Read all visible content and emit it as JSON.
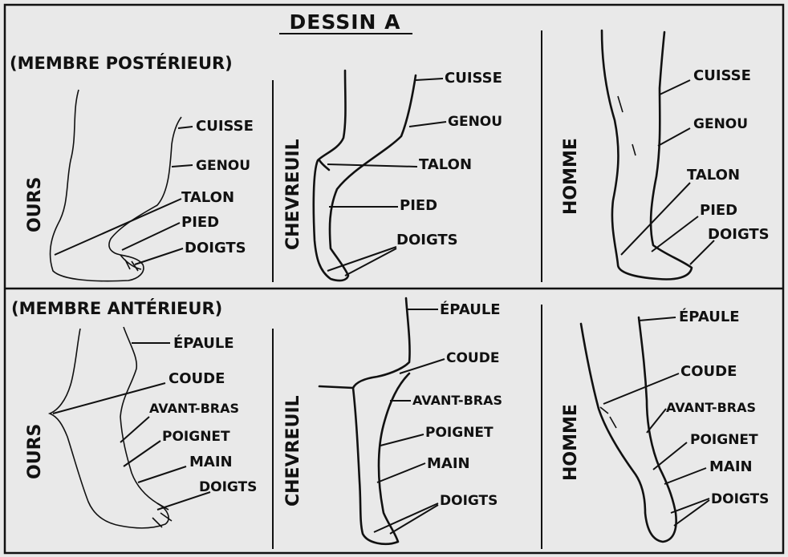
{
  "title": "DESSIN A",
  "sections": {
    "posterior": {
      "heading": "(MEMBRE POSTÉRIEUR)",
      "bear": {
        "name": "OURS",
        "labels": [
          "CUISSE",
          "GENOU",
          "TALON",
          "PIED",
          "DOIGTS"
        ]
      },
      "deer": {
        "name": "CHEVREUIL",
        "labels": [
          "CUISSE",
          "GENOU",
          "TALON",
          "PIED",
          "DOIGTS"
        ]
      },
      "man": {
        "name": "HOMME",
        "labels": [
          "CUISSE",
          "GENOU",
          "TALON",
          "PIED",
          "DOIGTS"
        ]
      }
    },
    "anterior": {
      "heading": "(MEMBRE ANTÉRIEUR)",
      "bear": {
        "name": "OURS",
        "labels": [
          "ÉPAULE",
          "COUDE",
          "AVANT-BRAS",
          "POIGNET",
          "MAIN",
          "DOIGTS"
        ]
      },
      "deer": {
        "name": "CHEVREUIL",
        "labels": [
          "ÉPAULE",
          "COUDE",
          "AVANT-BRAS",
          "POIGNET",
          "MAIN",
          "DOIGTS"
        ]
      },
      "man": {
        "name": "HOMME",
        "labels": [
          "ÉPAULE",
          "COUDE",
          "AVANT-BRAS",
          "POIGNET",
          "MAIN",
          "DOIGTS"
        ]
      }
    }
  },
  "colors": {
    "paper": "#e9e9e9",
    "ink": "#111111"
  }
}
